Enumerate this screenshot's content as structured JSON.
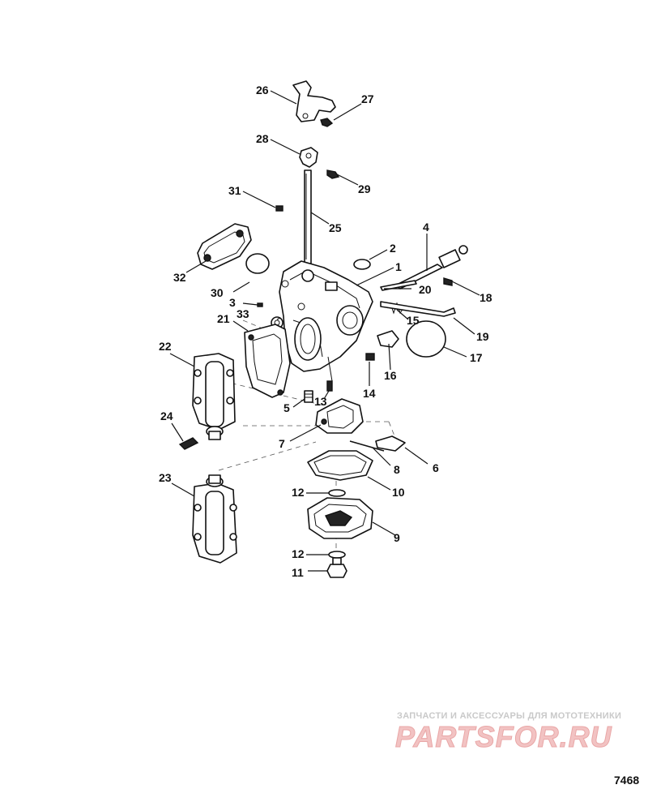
{
  "callouts": {
    "c1": "1",
    "c2": "2",
    "c3": "3",
    "c4": "4",
    "c5": "5",
    "c6": "6",
    "c7": "7",
    "c8": "8",
    "c9": "9",
    "c10": "10",
    "c11": "11",
    "c12a": "12",
    "c12b": "12",
    "c13": "13",
    "c14": "14",
    "c15": "15",
    "c16": "16",
    "c17": "17",
    "c18": "18",
    "c19": "19",
    "c20": "20",
    "c21": "21",
    "c22": "22",
    "c23": "23",
    "c24": "24",
    "c25": "25",
    "c26": "26",
    "c27": "27",
    "c28": "28",
    "c29": "29",
    "c30": "30",
    "c31": "31",
    "c32": "32",
    "c33": "33"
  },
  "watermark": {
    "tagline": "ЗАПЧАСТИ И АКСЕССУАРЫ ДЛЯ МОТОТЕХНИКИ",
    "brand": "PARTSFOR.RU"
  },
  "figure_number": "7468"
}
